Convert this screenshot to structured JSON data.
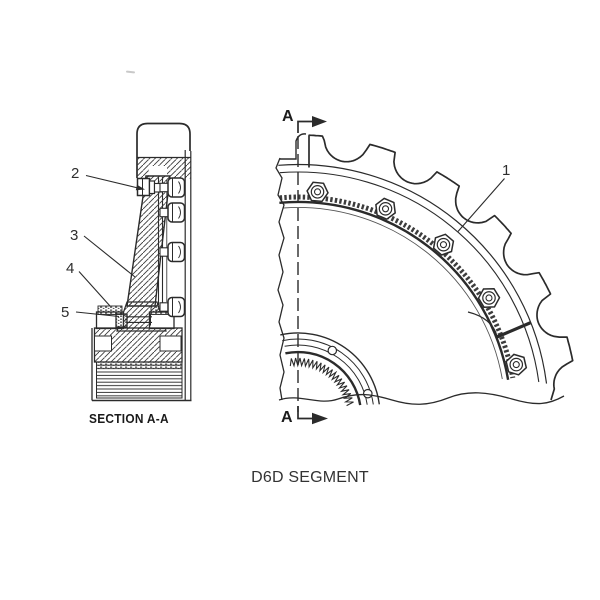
{
  "page": {
    "background": "#ffffff",
    "ink": "#2b2b2b"
  },
  "figure": {
    "caption": "D6D SEGMENT",
    "section_view": {
      "label": "SECTION A-A",
      "callouts": [
        "2",
        "3",
        "4",
        "5"
      ]
    },
    "sprocket_view": {
      "callout": "1",
      "section_marker_top": "A",
      "section_marker_bottom": "A"
    }
  }
}
